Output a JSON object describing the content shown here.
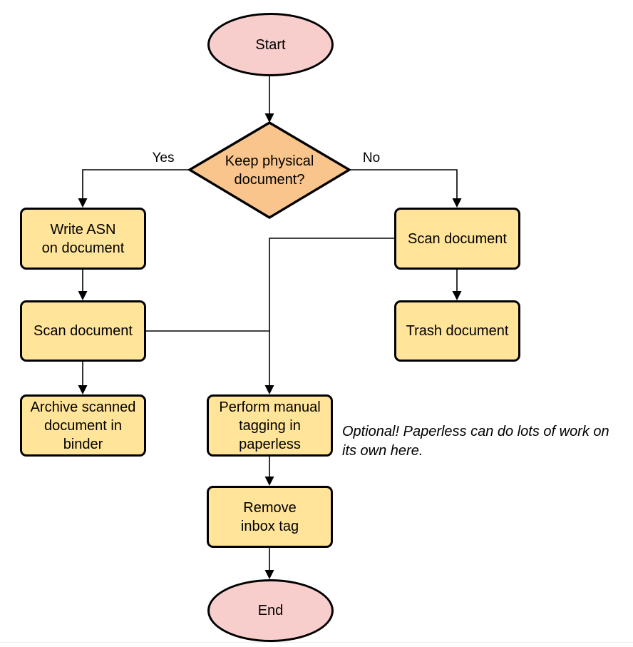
{
  "diagram": {
    "nodes": {
      "start": {
        "label": "Start",
        "shape": "ellipse"
      },
      "decision": {
        "label": "Keep physical\ndocument?",
        "shape": "diamond"
      },
      "write_asn": {
        "label": "Write ASN\non document",
        "shape": "process"
      },
      "scan_left": {
        "label": "Scan document",
        "shape": "process"
      },
      "archive": {
        "label": "Archive scanned\ndocument in\nbinder",
        "shape": "process"
      },
      "scan_right": {
        "label": "Scan document",
        "shape": "process"
      },
      "trash": {
        "label": "Trash document",
        "shape": "process"
      },
      "tagging": {
        "label": "Perform manual\ntagging in\npaperless",
        "shape": "process"
      },
      "remove_inbox": {
        "label": "Remove\ninbox tag",
        "shape": "process"
      },
      "end": {
        "label": "End",
        "shape": "ellipse"
      }
    },
    "edge_labels": {
      "yes": "Yes",
      "no": "No"
    },
    "annotation": {
      "text": "Optional! Paperless can do lots of work on\nits own here."
    },
    "colors": {
      "process_fill": "#FFE499",
      "decision_fill": "#F9C58D",
      "terminal_fill": "#F8CECC",
      "stroke": "#000000",
      "background": "#FFFFFF",
      "bottom_divider": "#EDEEF0"
    }
  }
}
